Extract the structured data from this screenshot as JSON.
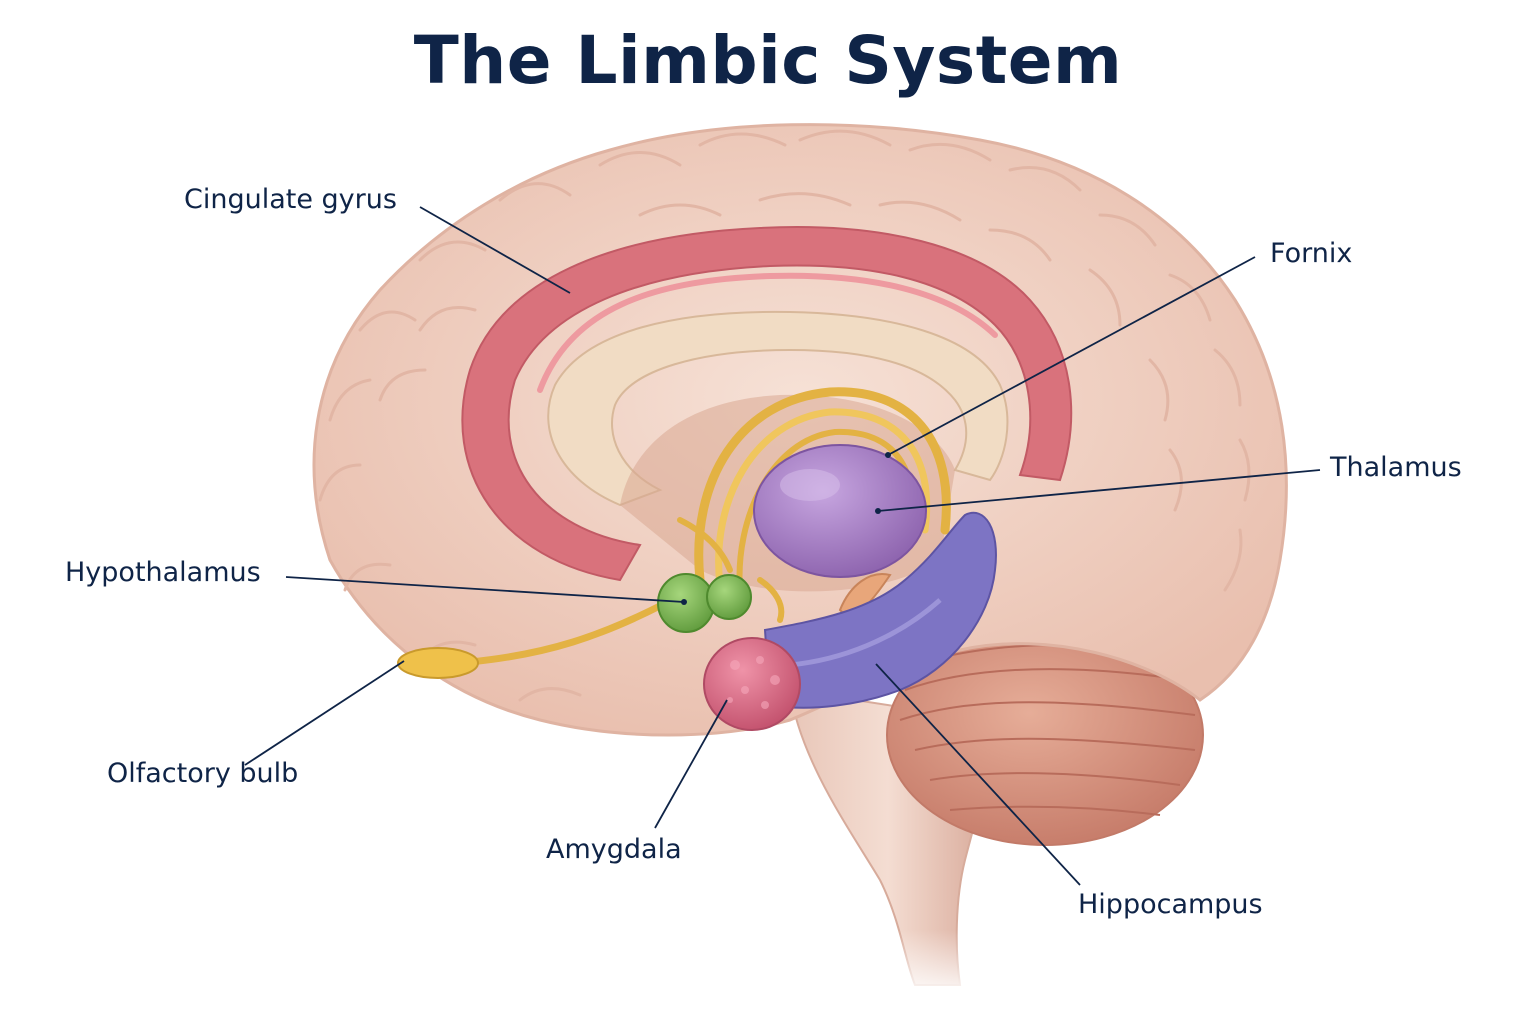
{
  "title": "The Limbic System",
  "labels": {
    "cingulate_gyrus": "Cingulate gyrus",
    "fornix": "Fornix",
    "thalamus": "Thalamus",
    "hypothalamus": "Hypothalamus",
    "olfactory_bulb": "Olfactory bulb",
    "amygdala": "Amygdala",
    "hippocampus": "Hippocampus"
  },
  "colors": {
    "title_text": "#0f2447",
    "brain_tissue": "#f2d4c6",
    "cingulate_gyrus": "#d9727c",
    "corpus_callosum": "#f1dcc4",
    "fornix": "#e3b243",
    "thalamus": "#a77fc7",
    "hypothalamus": "#7cba52",
    "olfactory_bulb": "#efc14a",
    "amygdala": "#dc6a86",
    "hippocampus": "#7d74c4",
    "cerebellum": "#d89784"
  }
}
